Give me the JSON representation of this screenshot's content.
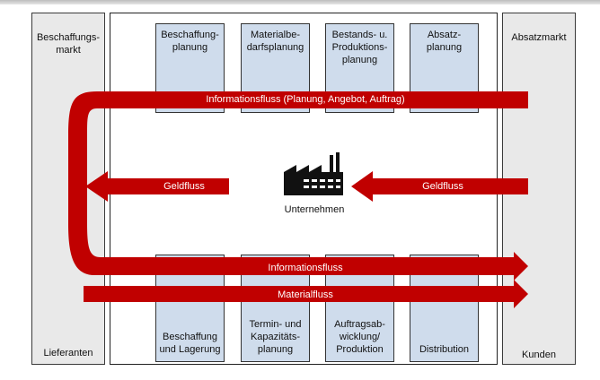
{
  "left_market": {
    "top": "Beschaffungs-\nmarkt",
    "bottom": "Lieferanten"
  },
  "right_market": {
    "top": "Absatzmarkt",
    "bottom": "Kunden"
  },
  "company": {
    "label": "Unternehmen",
    "icon": "factory-icon"
  },
  "planning_boxes": [
    "Beschaffung-\nplanung",
    "Materialbe-\ndarfsplanung",
    "Bestands- u.\nProduktions-\nplanung",
    "Absatz-\nplanung"
  ],
  "operation_boxes": [
    "Beschaffung\nund Lagerung",
    "Termin- und\nKapazitäts-\nplanung",
    "Auftragsab-\nwicklung/\nProduktion",
    "Distribution"
  ],
  "flows": {
    "info_top": "Informationsfluss (Planung, Angebot, Auftrag)",
    "geld_left": "Geldfluss",
    "geld_right": "Geldfluss",
    "info_bottom": "Informationsfluss",
    "material": "Materialfluss"
  },
  "colors": {
    "flow_red": "#c00000",
    "box_blue": "#cfdcec",
    "market_gray": "#e9e9e9"
  }
}
